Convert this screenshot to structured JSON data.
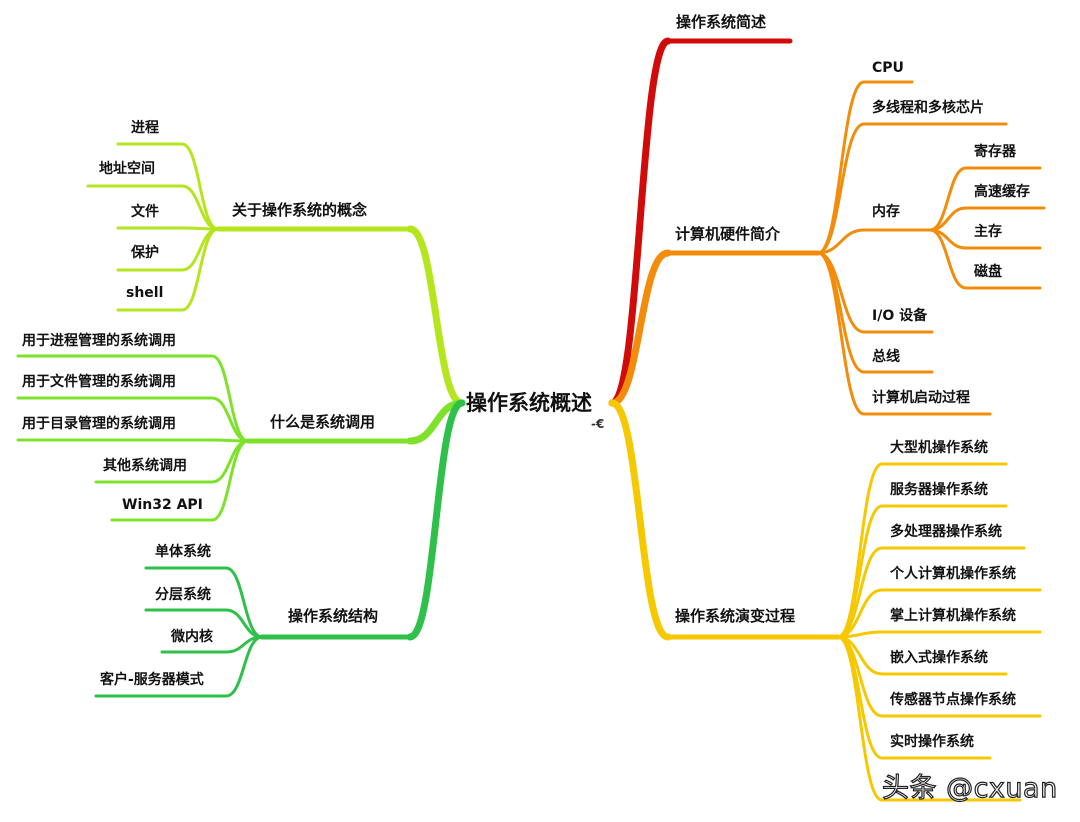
{
  "colors": {
    "red": "#d10a0a",
    "orange": "#f28c0a",
    "yellow": "#f5c800",
    "lime": "#b5e61d",
    "green": "#7ee22a",
    "darkgreen": "#2ec04a"
  },
  "root": {
    "label": "操作系统概述",
    "icon_glyph": "-€"
  },
  "right": [
    {
      "label": "操作系统简述",
      "children": []
    },
    {
      "label": "计算机硬件简介",
      "children": [
        {
          "label": "CPU"
        },
        {
          "label": "多线程和多核芯片"
        },
        {
          "label": "内存",
          "children": [
            {
              "label": "寄存器"
            },
            {
              "label": "高速缓存"
            },
            {
              "label": "主存"
            },
            {
              "label": "磁盘"
            }
          ]
        },
        {
          "label": "I/O 设备"
        },
        {
          "label": "总线"
        },
        {
          "label": "计算机启动过程"
        }
      ]
    },
    {
      "label": "操作系统演变过程",
      "children": [
        {
          "label": "大型机操作系统"
        },
        {
          "label": "服务器操作系统"
        },
        {
          "label": "多处理器操作系统"
        },
        {
          "label": "个人计算机操作系统"
        },
        {
          "label": "掌上计算机操作系统"
        },
        {
          "label": "嵌入式操作系统"
        },
        {
          "label": "传感器节点操作系统"
        },
        {
          "label": "实时操作系统"
        }
      ]
    }
  ],
  "left": [
    {
      "label": "关于操作系统的概念",
      "children": [
        {
          "label": "进程"
        },
        {
          "label": "地址空间"
        },
        {
          "label": "文件"
        },
        {
          "label": "保护"
        },
        {
          "label": "shell"
        }
      ]
    },
    {
      "label": "什么是系统调用",
      "children": [
        {
          "label": "用于进程管理的系统调用"
        },
        {
          "label": "用于文件管理的系统调用"
        },
        {
          "label": "用于目录管理的系统调用"
        },
        {
          "label": "其他系统调用"
        },
        {
          "label": "Win32 API"
        }
      ]
    },
    {
      "label": "操作系统结构",
      "children": [
        {
          "label": "单体系统"
        },
        {
          "label": "分层系统"
        },
        {
          "label": "微内核"
        },
        {
          "label": "客户-服务器模式"
        }
      ]
    }
  ],
  "watermark": "头条 @cxuan"
}
